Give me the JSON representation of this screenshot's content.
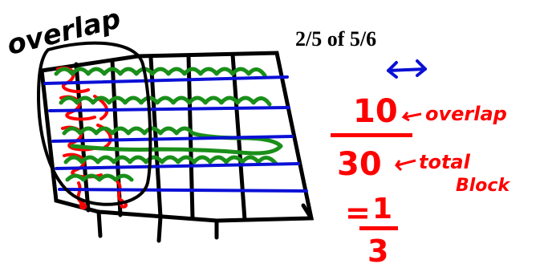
{
  "heading": "2/5 of 5/6",
  "annotation_overlap": "overlap",
  "fraction": {
    "numerator": "10",
    "numerator_note": "overlap",
    "denominator": "30",
    "denominator_note_line1": "total",
    "denominator_note_line2": "Block",
    "equals": "=",
    "result_numerator": "1",
    "result_denominator": "3"
  },
  "grid": {
    "columns": 6,
    "rows": 5,
    "shaded_columns": 2,
    "shaded_rows_of_six": 5
  },
  "colors": {
    "ink": "#000000",
    "red": "#ff0000",
    "green": "#1a8f1a",
    "blue": "#0a10d6"
  },
  "icons": [
    "double-arrow-icon"
  ]
}
